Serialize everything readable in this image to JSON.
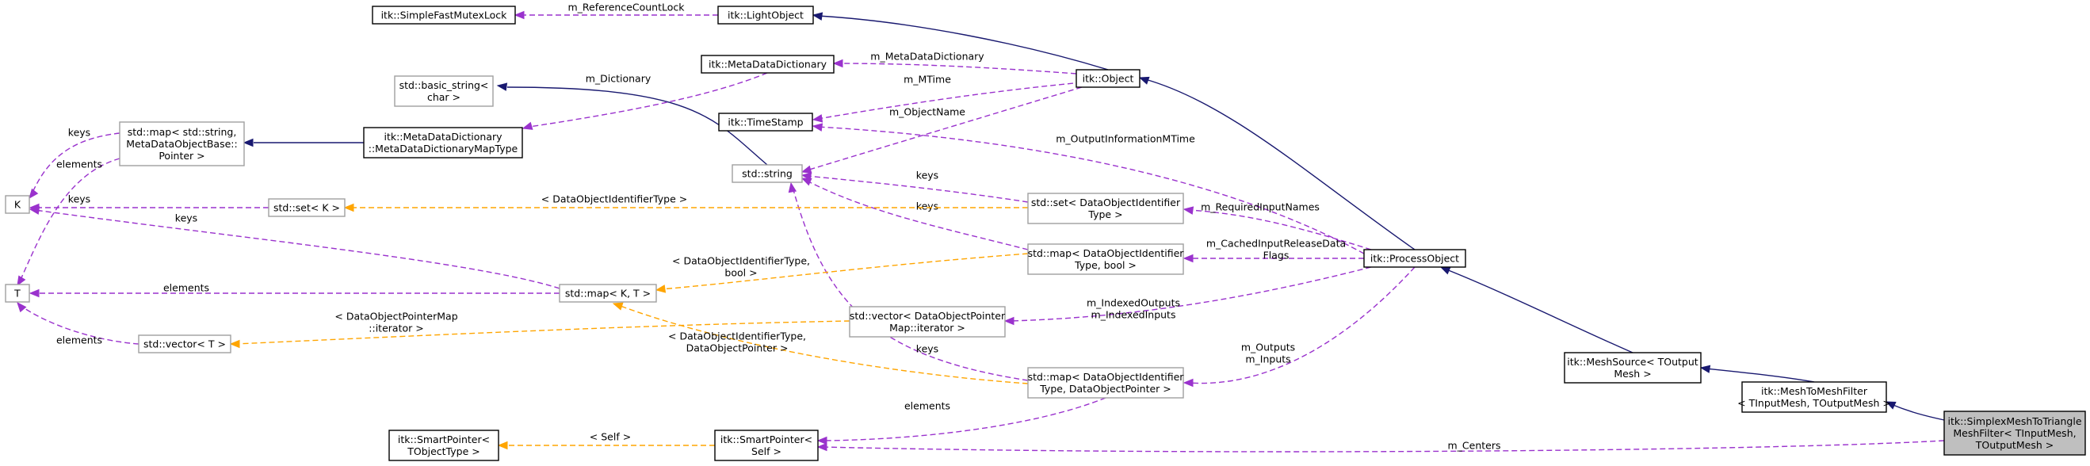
{
  "diagram": {
    "nodes": {
      "simple_fast_mutex_lock": [
        "itk::SimpleFastMutexLock"
      ],
      "light_object": [
        "itk::LightObject"
      ],
      "meta_data_dictionary": [
        "itk::MetaDataDictionary"
      ],
      "object": [
        "itk::Object"
      ],
      "basic_string": [
        "std::basic_string<",
        "char >"
      ],
      "time_stamp": [
        "itk::TimeStamp"
      ],
      "std_map_string": [
        "std::map< std::string,",
        "MetaDataObjectBase::",
        "Pointer >"
      ],
      "dictionary_map_type": [
        "itk::MetaDataDictionary",
        "::MetaDataDictionaryMapType"
      ],
      "K": [
        "K"
      ],
      "std_string": [
        "std::string"
      ],
      "set_K": [
        "std::set< K >"
      ],
      "set_dataobject_id": [
        "std::set< DataObjectIdentifier",
        "Type >"
      ],
      "T": [
        "T"
      ],
      "map_dataobject_bool": [
        "std::map< DataObjectIdentifier",
        "Type, bool >"
      ],
      "process_object": [
        "itk::ProcessObject"
      ],
      "map_K_T": [
        "std::map< K, T >"
      ],
      "vector_pointer_map": [
        "std::vector< DataObjectPointer",
        "Map::iterator >"
      ],
      "vector_T": [
        "std::vector< T >"
      ],
      "mesh_source": [
        "itk::MeshSource< TOutput",
        "Mesh >"
      ],
      "mesh_to_mesh_filter": [
        "itk::MeshToMeshFilter",
        "< TInputMesh, TOutputMesh >"
      ],
      "map_dataobject_pointer": [
        "std::map< DataObjectIdentifier",
        "Type, DataObjectPointer >"
      ],
      "smart_pointer_T": [
        "itk::SmartPointer<",
        "TObjectType >"
      ],
      "smart_pointer_self": [
        "itk::SmartPointer<",
        "Self >"
      ],
      "simplex_filter": [
        "itk::SimplexMeshToTriangle",
        "MeshFilter< TInputMesh,",
        "TOutputMesh >"
      ]
    },
    "edge_labels": {
      "reference_count_lock": [
        "m_ReferenceCountLock"
      ],
      "meta_data_dictionary": [
        "m_MetaDataDictionary"
      ],
      "dictionary": [
        "m_Dictionary"
      ],
      "mtime": [
        "m_MTime"
      ],
      "object_name": [
        "m_ObjectName"
      ],
      "output_information_mtime": [
        "m_OutputInformationMTime"
      ],
      "keys_mapstring": [
        "keys"
      ],
      "elements_mapstring": [
        "elements"
      ],
      "keys_setK": [
        "keys"
      ],
      "keys_setid": [
        "keys"
      ],
      "set_template": [
        "< DataObjectIdentifierType >"
      ],
      "keys_mapbool": [
        "keys"
      ],
      "required_input_names": [
        "m_RequiredInputNames"
      ],
      "cached_input_release": [
        "m_CachedInputReleaseData",
        "Flags"
      ],
      "keys_mapKT": [
        "keys"
      ],
      "elements_mapKT": [
        "elements"
      ],
      "map_bool_template": [
        "< DataObjectIdentifierType,",
        "bool >"
      ],
      "indexed": [
        "m_IndexedOutputs",
        "m_IndexedInputs"
      ],
      "vector_template": [
        "< DataObjectPointerMap",
        "::iterator >"
      ],
      "elements_vector": [
        "elements"
      ],
      "map_pointer_template": [
        "< DataObjectIdentifierType,",
        "DataObjectPointer >"
      ],
      "keys_mappointer": [
        "keys"
      ],
      "outputs_inputs": [
        "m_Outputs",
        "m_Inputs"
      ],
      "elements_mappointer": [
        "elements"
      ],
      "self_template": [
        "< Self >"
      ],
      "centers": [
        "m_Centers"
      ]
    },
    "colors": {
      "inheritance": "#191970",
      "usage": "#9a32cd",
      "template": "#ffa500",
      "focus_fill": "#bfbfbf",
      "undocumented_border": "#a0a0a0"
    }
  }
}
